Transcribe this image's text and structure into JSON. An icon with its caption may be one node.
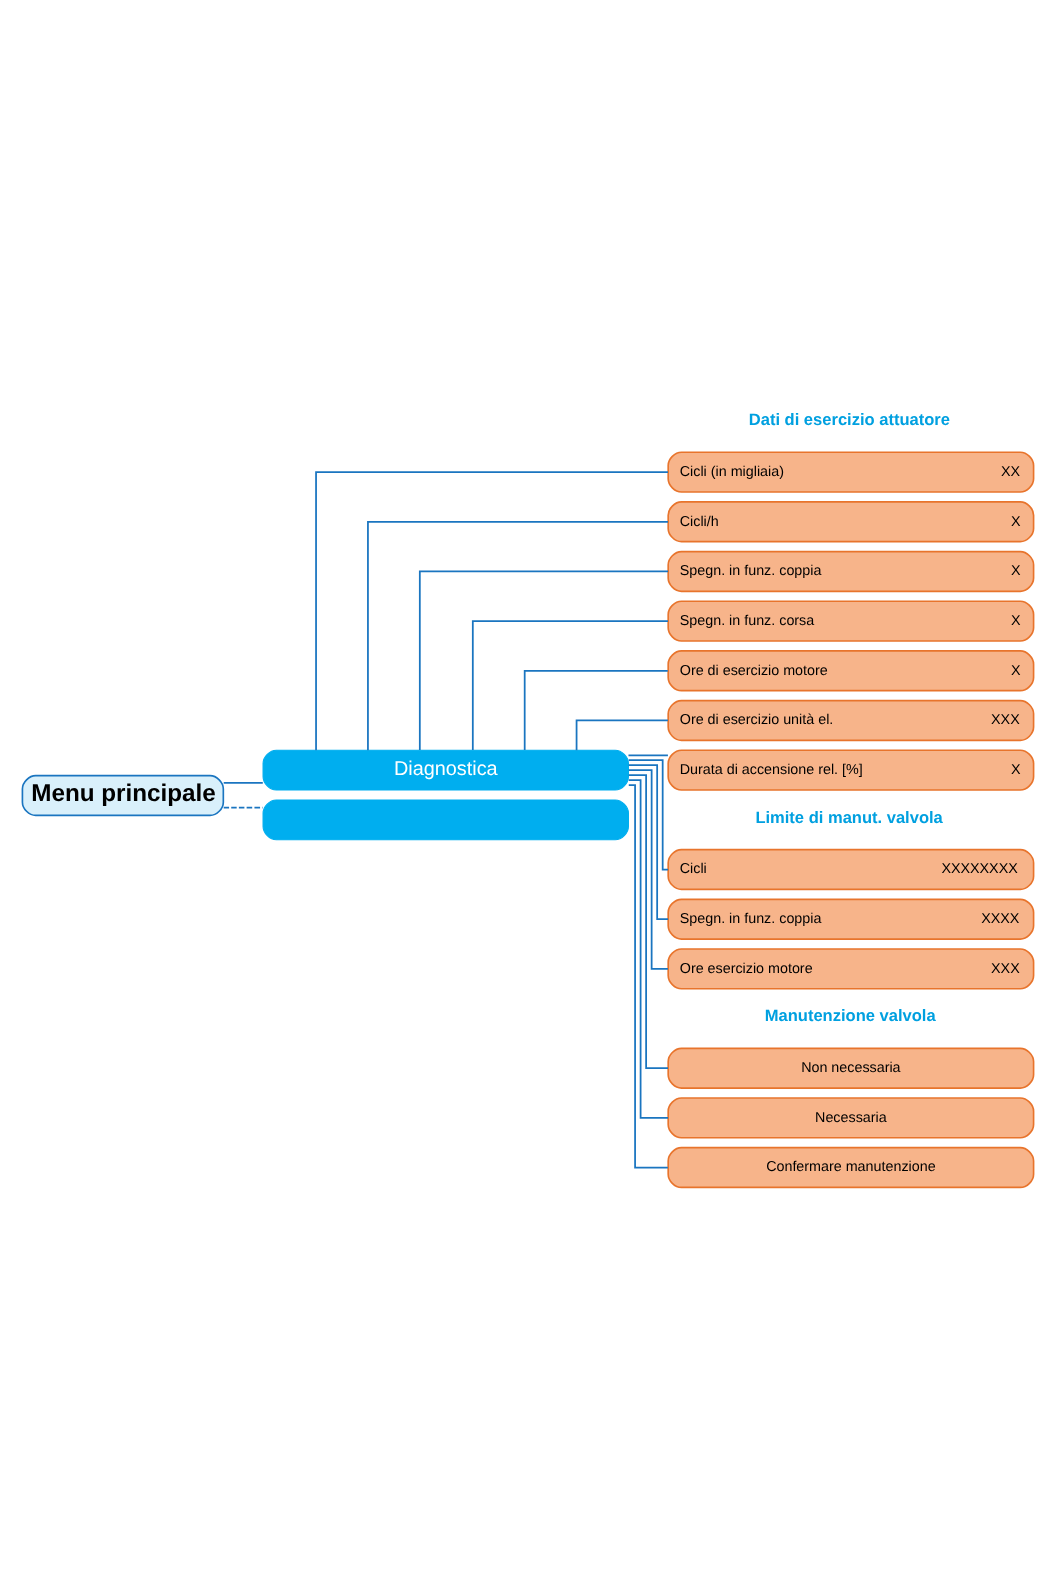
{
  "diagram": {
    "nodes": [
      {
        "text": [
          "Menu principale"
        ]
      },
      {
        "text": [
          "Diagnostica"
        ]
      },
      {
        "text": [
          "Cicli (in migliaia)",
          "XX"
        ]
      },
      {
        "text": [
          "Cicli/h",
          "X"
        ]
      },
      {
        "text": [
          "Spegn. in funz. coppia",
          "X"
        ]
      },
      {
        "text": [
          "Spegn. in funz. corsa",
          "X"
        ]
      },
      {
        "text": [
          "Ore di esercizio motore",
          "X"
        ]
      },
      {
        "text": [
          "Ore di esercizio unità el.",
          "XXX"
        ]
      },
      {
        "text": [
          "Durata di accensione rel. [%]",
          "X"
        ]
      },
      {
        "text": [
          "Cicli",
          "XXXXXXXX"
        ]
      },
      {
        "text": [
          "Spegn. in funz. coppia",
          "XXXX"
        ]
      },
      {
        "text": [
          "Ore esercizio motore",
          "XXX"
        ]
      },
      {
        "text": [
          "Non necessaria"
        ]
      },
      {
        "text": [
          "Necessaria"
        ]
      },
      {
        "text": [
          "Confermare manutenzione"
        ]
      },
      {
        "text": [],
        "shape": "box"
      }
    ],
    "edges": [
      {
        "from": 0,
        "to": 1,
        "arrow": "none"
      },
      {
        "from": 1,
        "to": 2,
        "arrow": "none"
      },
      {
        "from": 1,
        "to": 3,
        "arrow": "none"
      },
      {
        "from": 1,
        "to": 4,
        "arrow": "none"
      },
      {
        "from": 1,
        "to": 5,
        "arrow": "none"
      },
      {
        "from": 1,
        "to": 6,
        "arrow": "none"
      },
      {
        "from": 1,
        "to": 7,
        "arrow": "none"
      },
      {
        "from": 1,
        "to": 8,
        "arrow": "none"
      },
      {
        "from": 1,
        "to": 9,
        "arrow": "none"
      },
      {
        "from": 1,
        "to": 10,
        "arrow": "none"
      },
      {
        "from": 1,
        "to": 11,
        "arrow": "none"
      },
      {
        "from": 1,
        "to": 12,
        "arrow": "none"
      },
      {
        "from": 1,
        "to": 13,
        "arrow": "none"
      },
      {
        "from": 1,
        "to": 14,
        "arrow": "none"
      },
      {
        "from": 0,
        "to": 15,
        "arrow": "none",
        "style": "dashed"
      }
    ],
    "labels": [
      "Dati di esercizio attuatore",
      "Limite di manut. valvola",
      "Manutenzione valvola"
    ]
  }
}
